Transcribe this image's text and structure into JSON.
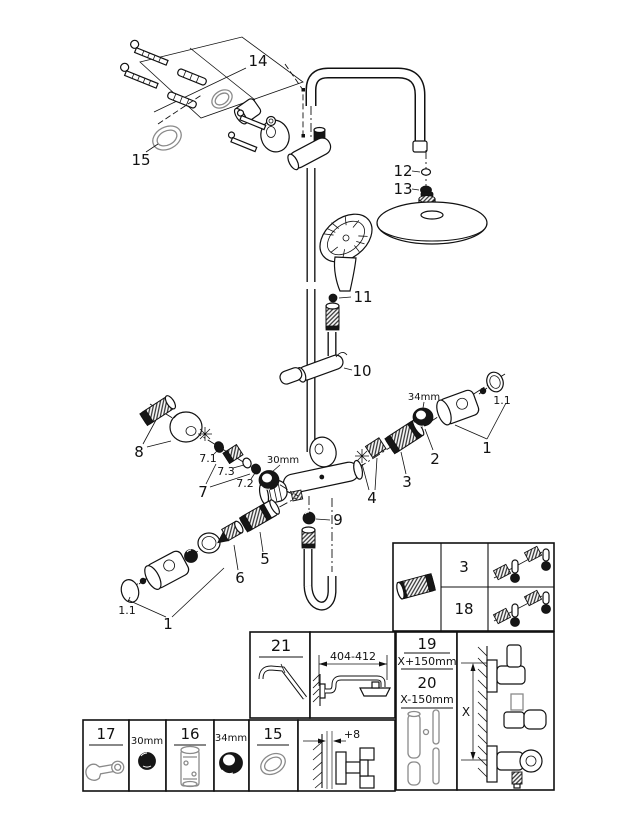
{
  "callouts": {
    "n14": "14",
    "n15": "15",
    "n12": "12",
    "n13": "13",
    "n11": "11",
    "n10": "10",
    "d34": "34mm",
    "n1_1r": "1.1",
    "n1r": "1",
    "n2": "2",
    "n3": "3",
    "n4": "4",
    "n8": "8",
    "n7_1": "7.1",
    "n7_3": "7.3",
    "n7_2": "7.2",
    "d30": "30mm",
    "n7": "7",
    "n9": "9",
    "n5": "5",
    "n6": "6",
    "n1_1b": "1.1",
    "n1b": "1"
  },
  "panels": {
    "grease": {
      "row1": "3",
      "row2": "18"
    },
    "arm": {
      "num": "21"
    },
    "arm_dim": {
      "dim": "404-412"
    },
    "pipes": {
      "num_upper": "19",
      "val_upper": "X+150mm",
      "num_lower": "20",
      "val_lower": "X-150mm"
    },
    "wall_height": {
      "dim": "X"
    },
    "wrench": {
      "num": "17"
    },
    "nut30": {
      "label": "30mm"
    },
    "sleeve": {
      "num": "16"
    },
    "nut34": {
      "label": "34mm"
    },
    "seal": {
      "num": "15"
    },
    "protrusion": {
      "dim": "+8"
    }
  },
  "colors": {
    "line": "#111111",
    "background": "#ffffff",
    "shade": "#8a8a8a"
  }
}
